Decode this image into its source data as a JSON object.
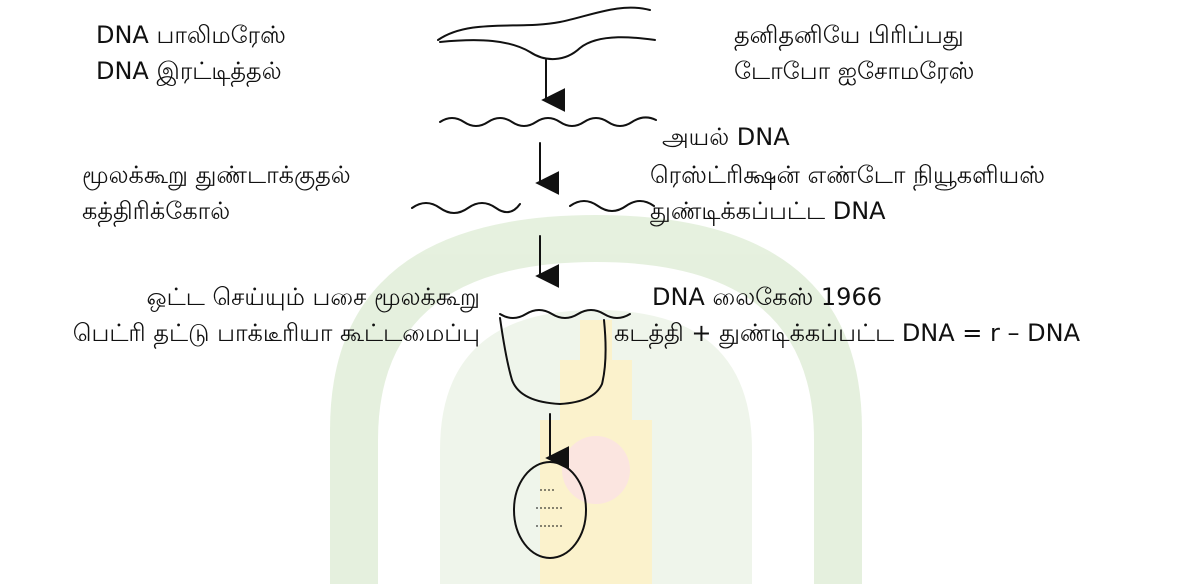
{
  "labels": {
    "dna_polymerase": "DNA பாலிமரேஸ்",
    "dna_replication": "DNA இரட்டித்தல்",
    "strand_separation": "தனிதனியே பிரிப்பது",
    "topoisomerase": "டோபோ ஐசோமரேஸ்",
    "foreign_dna": "அயல் DNA",
    "molecular_cutting": "மூலக்கூறு துண்டாக்குதல்",
    "scissors": "கத்திரிக்கோல்",
    "restriction_endonuclease": "ரெஸ்ட்ரிக்ஷன் எண்டோ நியூகளியஸ்",
    "cut_dna": "துண்டிக்கப்பட்ட DNA",
    "molecular_glue": "ஒட்ட செய்யும் பசை மூலக்கூறு",
    "dna_ligase": "DNA லைகேஸ் 1966",
    "petri_bacteria": "பெட்ரி தட்டு பாக்டீரியா கூட்டமைப்பு",
    "equation": "கடத்தி + துண்டிக்கப்பட்ட DNA = r – DNA"
  },
  "colors": {
    "ink": "#111111",
    "watermark_green": "#dcebd2",
    "watermark_yellow": "#fbf1c7"
  }
}
